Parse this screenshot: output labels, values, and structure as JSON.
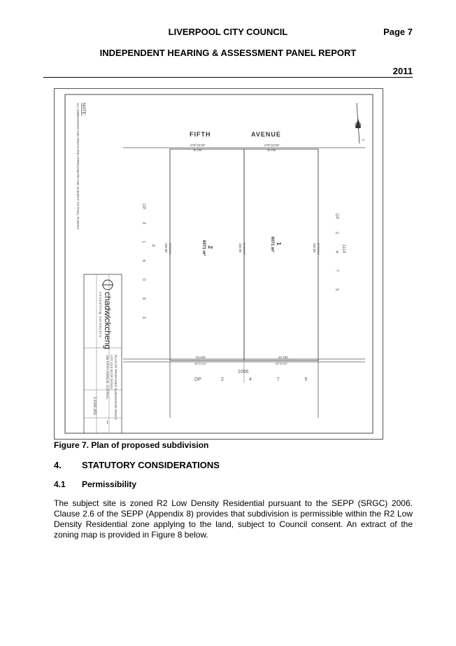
{
  "header": {
    "council": "LIVERPOOL CITY COUNCIL",
    "page": "Page 7",
    "report": "INDEPENDENT HEARING & ASSESSMENT PANEL REPORT",
    "year": "2011"
  },
  "plan": {
    "note": "NOTE:",
    "note_text": "ALL DIMENSIONS AND AREAS ARE APPROXIMATE AND SUBJECT TO FINAL SURVEY.",
    "street_1": "FIFTH",
    "street_2": "AVENUE",
    "north": "N",
    "bearing_top_left": "279°22'30\"",
    "dist_top_left": "40.235",
    "bearing_top_right": "279°22'30\"",
    "dist_top_right": "40.235",
    "bearing_bot_left": "99°22'30\"",
    "dist_bot_left": "40.235",
    "bearing_bot_right": "99°22'30\"",
    "dist_bot_right": "40.235",
    "lot_2": "2",
    "lot_2_area": "6071 m²",
    "lot_1": "1",
    "lot_1_area": "6071 m²",
    "side_dim": "150.88",
    "side_bearing": "09°22'30\"",
    "dp_left": "DP",
    "dp_left_digits": "4 1 6 0 9 3",
    "dp_left_letter": "a",
    "dp_right": "DP",
    "dp_right_lot": "1114",
    "dp_right_digits": "2 4 7 5",
    "dp_bottom_lot": "1066",
    "dp_bottom": "DP",
    "dp_bottom_digits": "2 4 7 5",
    "firm": "chadwickcheng",
    "firm_sub": "consulting surveyors",
    "title_block_1": "PLAN OF PROPOSED SUBDIVISION WHICH",
    "title_block_2": "LOT 1114 IN DP 247524",
    "title_block_3": "165 FIFTH AVENUE, AUSTRAL",
    "scale": "1:1000 (A3)",
    "sheet": "1"
  },
  "caption": "Figure 7. Plan of proposed subdivision",
  "section": {
    "num": "4.",
    "title": "STATUTORY CONSIDERATIONS"
  },
  "subsection": {
    "num": "4.1",
    "title": "Permissibility"
  },
  "paragraph": "The subject site is zoned R2 Low Density Residential pursuant to the SEPP (SRGC) 2006. Clause 2.6 of the SEPP (Appendix 8) provides that subdivision is permissible within the R2 Low Density Residential zone applying to the land, subject to Council consent. An extract of the zoning map is provided in Figure 8 below."
}
